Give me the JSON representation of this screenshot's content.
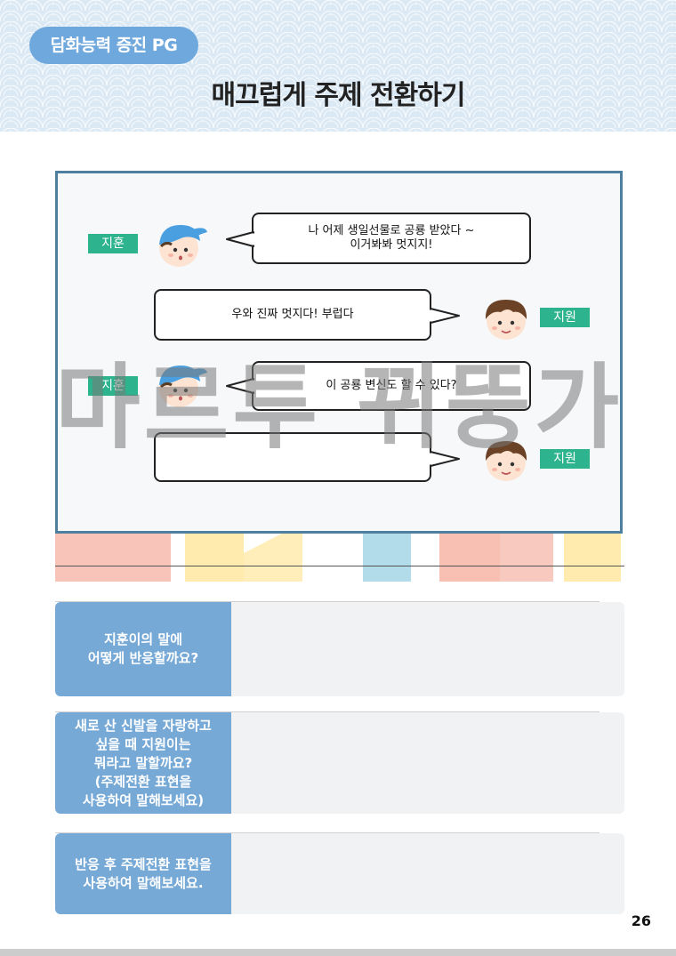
{
  "header": {
    "badge": "담화능력 증진 PG",
    "title": "매끄럽게 주제 전환하기"
  },
  "watermark": {
    "text": "마르투 뀌뚱가"
  },
  "chat": [
    {
      "speaker": "지훈",
      "text_line1": "나 어제 생일선물로 공룡 받았다 ~",
      "text_line2": "이거봐봐 멋지지!"
    },
    {
      "speaker": "지원",
      "text": "우와 진짜 멋지다! 부럽다"
    },
    {
      "speaker": "지훈",
      "text": "이 공룡 변신도 할 수 있다?"
    },
    {
      "speaker": "지원",
      "text": ""
    }
  ],
  "questions": [
    {
      "line1": "지훈이의 말에",
      "line2": "어떻게 반응할까요?"
    },
    {
      "line1": "새로 산 신발을  자랑하고",
      "line2": "싶을 때 지원이는",
      "line3": "뭐라고 말할까요?",
      "line4": "(주제전환 표현을",
      "line5": "사용하여 말해보세요)"
    },
    {
      "line1": "반응 후 주제전환 표현을",
      "line2": "사용하여 말해보세요."
    }
  ],
  "page_number": "26",
  "colors": {
    "accent_blue": "#6fa8dc",
    "name_tag_green": "#2db38d",
    "frame": "#4f7f9f"
  }
}
